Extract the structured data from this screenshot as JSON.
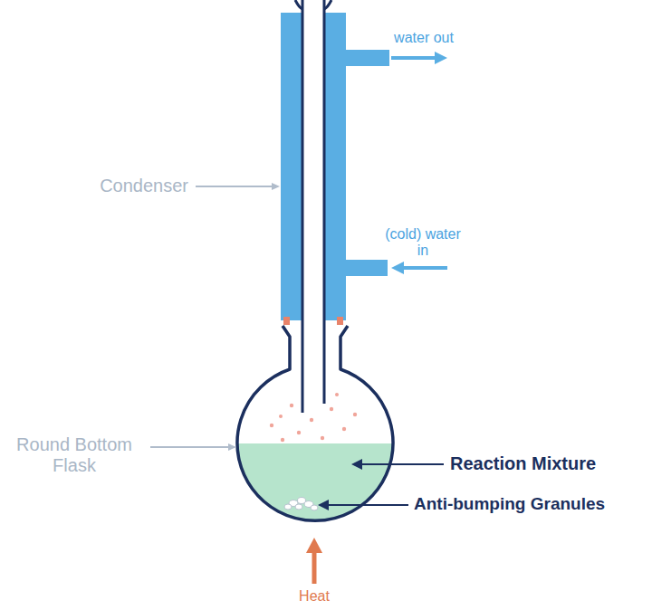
{
  "diagram": {
    "labels": [
      "water out",
      "(cold) water in",
      "Condenser",
      "Round Bottom Flask",
      "Reaction Mixture",
      "Anti-bumping Granules",
      "Heat"
    ]
  }
}
